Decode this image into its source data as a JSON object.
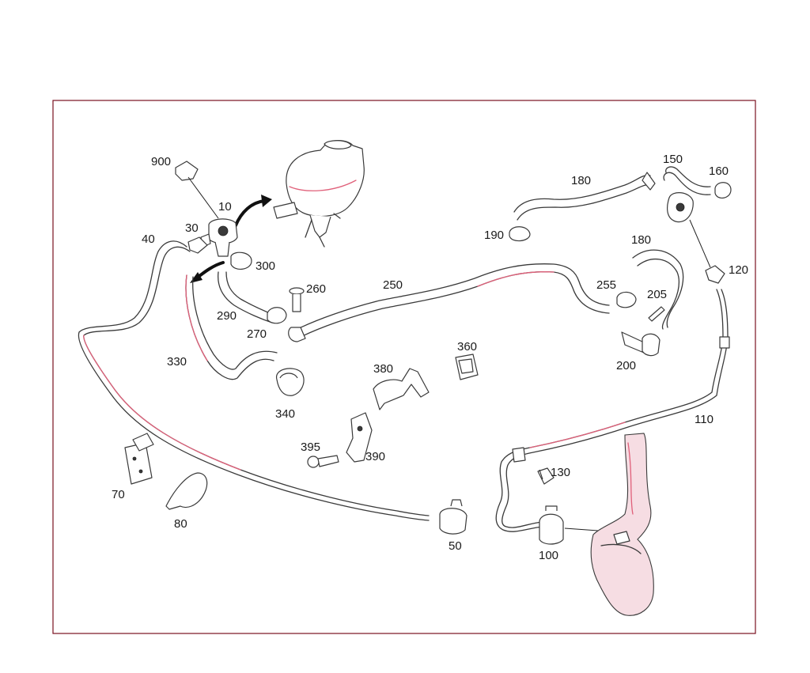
{
  "labels": {
    "p10": "10",
    "p30": "30",
    "p40": "40",
    "p50": "50",
    "p70": "70",
    "p80": "80",
    "p100": "100",
    "p110": "110",
    "p120": "120",
    "p130": "130",
    "p150": "150",
    "p160": "160",
    "p180a": "180",
    "p180b": "180",
    "p190": "190",
    "p200": "200",
    "p205": "205",
    "p250": "250",
    "p255": "255",
    "p260": "260",
    "p270": "270",
    "p290": "290",
    "p300": "300",
    "p330": "330",
    "p340": "340",
    "p360": "360",
    "p380": "380",
    "p390": "390",
    "p395": "395",
    "p900": "900"
  }
}
